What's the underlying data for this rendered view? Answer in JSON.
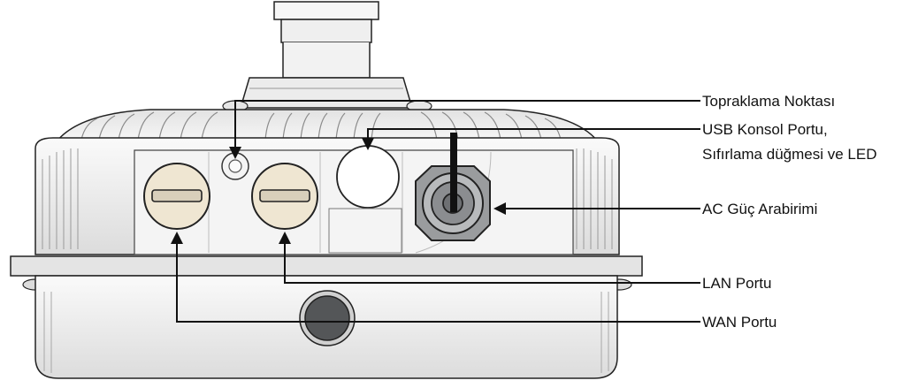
{
  "labels": {
    "grounding_point": "Topraklama Noktası",
    "usb_console_line1": "USB Konsol Portu,",
    "usb_console_line2": "Sıfırlama düğmesi ve LED",
    "ac_power": "AC Güç Arabirimi",
    "lan_port": "LAN Portu",
    "wan_port": "WAN Portu"
  },
  "colors": {
    "body": "#f0f0f0",
    "outline": "#222222",
    "port_cap": "#efe6d2",
    "ac_connector": "#9a9c9e",
    "vent": "#545658"
  }
}
